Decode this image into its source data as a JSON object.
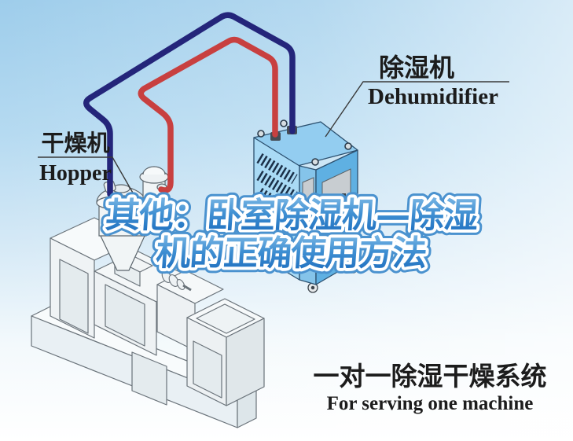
{
  "title": {
    "line1": "其他：卧室除湿机—除湿",
    "line2": "机的正确使用方法",
    "fill_top_color": "#7db9e6",
    "fill_bottom_color": "#1a6bbd",
    "outline_color": "#ffffff",
    "edge_color": "#4a92cf"
  },
  "labels": {
    "dehumidifier_zh": "除湿机",
    "dehumidifier_en": "Dehumidifier",
    "hopper_zh": "干燥机",
    "hopper_en": "Hopper"
  },
  "caption": {
    "zh": "一对一除湿干燥系统",
    "en": "For serving one machine"
  },
  "colors": {
    "sky_top": "#9ecdeb",
    "sky_bottom": "#ffffff",
    "hose_red": "#c84040",
    "hose_navy": "#24257a",
    "dehumidifier_top": "#93cdf0",
    "dehumidifier_front": "#a9daf5",
    "dehumidifier_side": "#5fb0e2",
    "machine_body": "#eff3f5",
    "label_text": "#1c1c1c"
  },
  "icons": {
    "dehumidifier_unit": "dehumidifier-unit",
    "hopper_dryer": "hopper-dryer-unit",
    "red_hose": "dry-air-hose",
    "blue_hose": "return-air-hose"
  }
}
